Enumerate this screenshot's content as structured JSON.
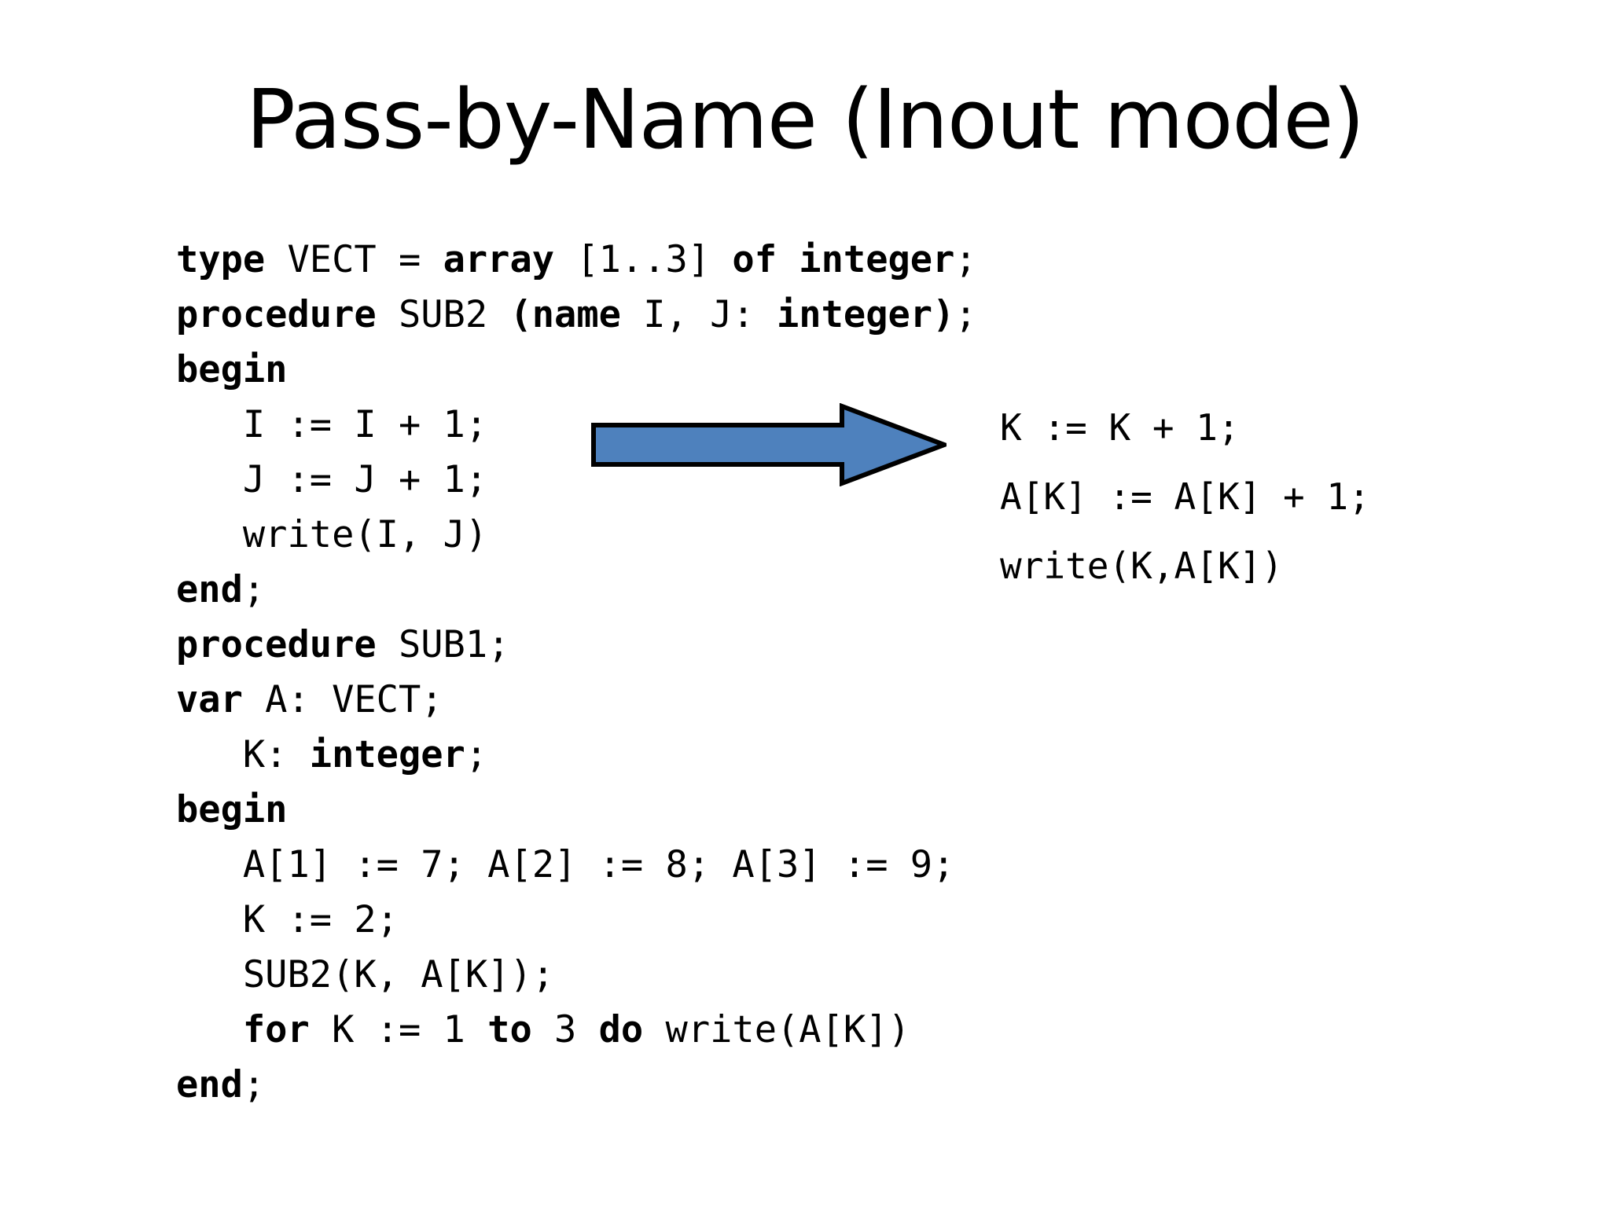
{
  "slide": {
    "title": "Pass-by-Name (Inout mode)",
    "background_color": "#FFFFFF",
    "text_color": "#000000"
  },
  "arrow": {
    "name": "right-arrow",
    "fill_color": "#4E81BD",
    "stroke_color": "#000000",
    "direction": "right"
  },
  "code_left": {
    "lines": [
      {
        "segments": [
          {
            "text": "type",
            "bold": true
          },
          {
            "text": " VECT = ",
            "bold": false
          },
          {
            "text": "array",
            "bold": true
          },
          {
            "text": " [1..3] ",
            "bold": false
          },
          {
            "text": "of integer",
            "bold": true
          },
          {
            "text": ";",
            "bold": false
          }
        ],
        "plain": "type VECT = array [1..3] of integer;"
      },
      {
        "segments": [
          {
            "text": "procedure",
            "bold": true
          },
          {
            "text": " SUB2 ",
            "bold": false
          },
          {
            "text": "(name",
            "bold": true
          },
          {
            "text": " I, J: ",
            "bold": false
          },
          {
            "text": "integer)",
            "bold": true
          },
          {
            "text": ";",
            "bold": false
          }
        ],
        "plain": "procedure SUB2 (name I, J: integer);"
      },
      {
        "segments": [
          {
            "text": "begin",
            "bold": true
          }
        ],
        "plain": "begin"
      },
      {
        "segments": [
          {
            "text": "   I := I + 1;",
            "bold": false
          }
        ],
        "plain": "   I := I + 1;"
      },
      {
        "segments": [
          {
            "text": "   J := J + 1;",
            "bold": false
          }
        ],
        "plain": "   J := J + 1;"
      },
      {
        "segments": [
          {
            "text": "   write(I, J)",
            "bold": false
          }
        ],
        "plain": "   write(I, J)"
      },
      {
        "segments": [
          {
            "text": "end",
            "bold": true
          },
          {
            "text": ";",
            "bold": false
          }
        ],
        "plain": "end;"
      },
      {
        "segments": [
          {
            "text": "procedure",
            "bold": true
          },
          {
            "text": " SUB1;",
            "bold": false
          }
        ],
        "plain": "procedure SUB1;"
      },
      {
        "segments": [
          {
            "text": "var",
            "bold": true
          },
          {
            "text": " A: VECT;",
            "bold": false
          }
        ],
        "plain": "var A: VECT;"
      },
      {
        "segments": [
          {
            "text": "   K: ",
            "bold": false
          },
          {
            "text": "integer",
            "bold": true
          },
          {
            "text": ";",
            "bold": false
          }
        ],
        "plain": "   K: integer;"
      },
      {
        "segments": [
          {
            "text": "begin",
            "bold": true
          }
        ],
        "plain": "begin"
      },
      {
        "segments": [
          {
            "text": "   A[1] := 7; A[2] := 8; A[3] := 9;",
            "bold": false
          }
        ],
        "plain": "   A[1] := 7; A[2] := 8; A[3] := 9;"
      },
      {
        "segments": [
          {
            "text": "   K := 2;",
            "bold": false
          }
        ],
        "plain": "   K := 2;"
      },
      {
        "segments": [
          {
            "text": "   SUB2(K, A[K]);",
            "bold": false
          }
        ],
        "plain": "   SUB2(K, A[K]);"
      },
      {
        "segments": [
          {
            "text": "   ",
            "bold": false
          },
          {
            "text": "for",
            "bold": true
          },
          {
            "text": " K := 1 ",
            "bold": false
          },
          {
            "text": "to",
            "bold": true
          },
          {
            "text": " 3 ",
            "bold": false
          },
          {
            "text": "do",
            "bold": true
          },
          {
            "text": " write(A[K])",
            "bold": false
          }
        ],
        "plain": "   for K := 1 to 3 do write(A[K])"
      },
      {
        "segments": [
          {
            "text": "end",
            "bold": true
          },
          {
            "text": ";",
            "bold": false
          }
        ],
        "plain": "end;"
      }
    ]
  },
  "code_right": {
    "lines": [
      {
        "segments": [
          {
            "text": "K := K + 1;",
            "bold": false
          }
        ],
        "plain": "K := K + 1;"
      },
      {
        "segments": [
          {
            "text": "A[K] := A[K] + 1;",
            "bold": false
          }
        ],
        "plain": "A[K] := A[K] + 1;"
      },
      {
        "segments": [
          {
            "text": "write(K,A[K])",
            "bold": false
          }
        ],
        "plain": "write(K,A[K])"
      }
    ]
  }
}
